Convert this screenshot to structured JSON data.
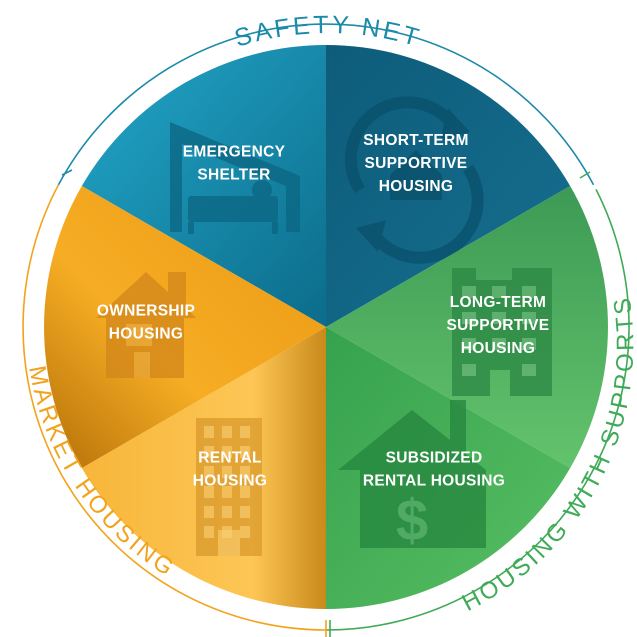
{
  "categories": {
    "safety_net": {
      "label": "SAFETY NET",
      "color": "#1b8ba9"
    },
    "market_housing": {
      "label": "MARKET HOUSING",
      "color": "#f2a31c"
    },
    "housing_with_supports": {
      "label": "HOUSING WITH SUPPORTS",
      "color": "#3faa57"
    }
  },
  "segments": [
    {
      "id": "emergency-shelter",
      "lines": [
        "EMERGENCY",
        "SHELTER"
      ],
      "icon": "shelter-bed-icon",
      "color_light": "#1fa0c2",
      "color_dark": "#0d6f8e"
    },
    {
      "id": "short-term-supportive-housing",
      "lines": [
        "SHORT-TERM",
        "SUPPORTIVE",
        "HOUSING"
      ],
      "icon": "refresh-house-icon",
      "color_light": "#146f8e",
      "color_dark": "#0a4d66"
    },
    {
      "id": "long-term-supportive-housing",
      "lines": [
        "LONG-TERM",
        "SUPPORTIVE",
        "HOUSING"
      ],
      "icon": "apartment-building-icon",
      "color_light": "#5fbf6a",
      "color_dark": "#2f9a48"
    },
    {
      "id": "subsidized-rental-housing",
      "lines": [
        "SUBSIDIZED",
        "RENTAL  HOUSING"
      ],
      "icon": "dollar-house-icon",
      "color_light": "#48b45a",
      "color_dark": "#1f8a3e"
    },
    {
      "id": "rental-housing",
      "lines": [
        "RENTAL",
        "HOUSING"
      ],
      "icon": "office-building-icon",
      "color_light": "#fbc24a",
      "color_dark": "#d68a12"
    },
    {
      "id": "ownership-housing",
      "lines": [
        "OWNERSHIP",
        "HOUSING"
      ],
      "icon": "house-icon",
      "color_light": "#f6ab22",
      "color_dark": "#c57a0c"
    }
  ]
}
